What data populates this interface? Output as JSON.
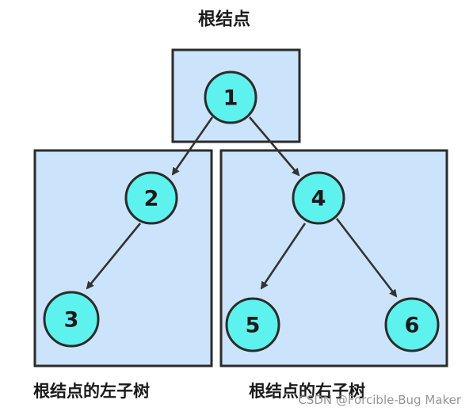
{
  "title": "根结点",
  "regions": [
    {
      "id": "root"
    },
    {
      "id": "left-subtree",
      "label": "根结点的左子树"
    },
    {
      "id": "right-subtree",
      "label": "根结点的右子树"
    }
  ],
  "nodes": [
    {
      "id": "n1",
      "label": "1"
    },
    {
      "id": "n2",
      "label": "2"
    },
    {
      "id": "n3",
      "label": "3"
    },
    {
      "id": "n4",
      "label": "4"
    },
    {
      "id": "n5",
      "label": "5"
    },
    {
      "id": "n6",
      "label": "6"
    }
  ],
  "edges": [
    {
      "from": "n1",
      "to": "n2"
    },
    {
      "from": "n1",
      "to": "n4"
    },
    {
      "from": "n2",
      "to": "n3"
    },
    {
      "from": "n4",
      "to": "n5"
    },
    {
      "from": "n4",
      "to": "n6"
    }
  ],
  "colors": {
    "region_fill": "#cce4fb",
    "node_fill": "#5ef2ee",
    "stroke": "#2b2b2b"
  },
  "watermark": "CSDN @Forcible-Bug Maker"
}
